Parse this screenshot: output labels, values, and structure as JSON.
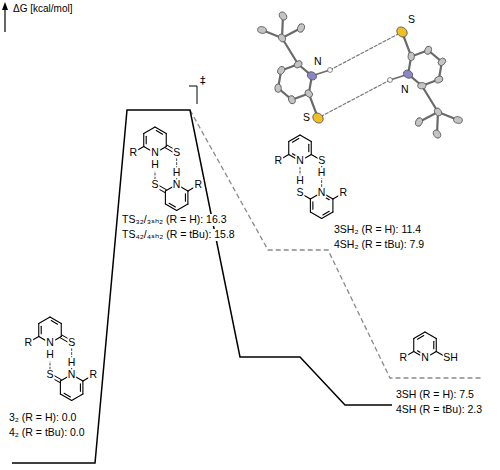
{
  "diagram": {
    "labels": [
      "ΔG [kcal/mol]",
      "‡",
      "S",
      "N",
      "S",
      "N",
      "R",
      "N",
      "H",
      "S",
      "S",
      "H",
      "N",
      "R",
      "3₂ (R = H): 0.0",
      "4₂ (R = tBu): 0.0",
      "R",
      "N",
      "H",
      "S",
      "S",
      "H",
      "N",
      "R",
      "TS₃₂/₃ₛₕ₂ (R = H): 16.3",
      "TS₄₂/₄ₛₕ₂ (R = tBu): 15.8",
      "R",
      "N",
      "S",
      "H",
      "S",
      "H",
      "N",
      "R",
      "3SH₂ (R = H): 11.4",
      "4SH₂ (R = tBu): 7.9",
      "R",
      "N",
      "SH",
      "3SH (R = H): 7.5",
      "4SH (R = tBu): 2.3"
    ]
  }
}
